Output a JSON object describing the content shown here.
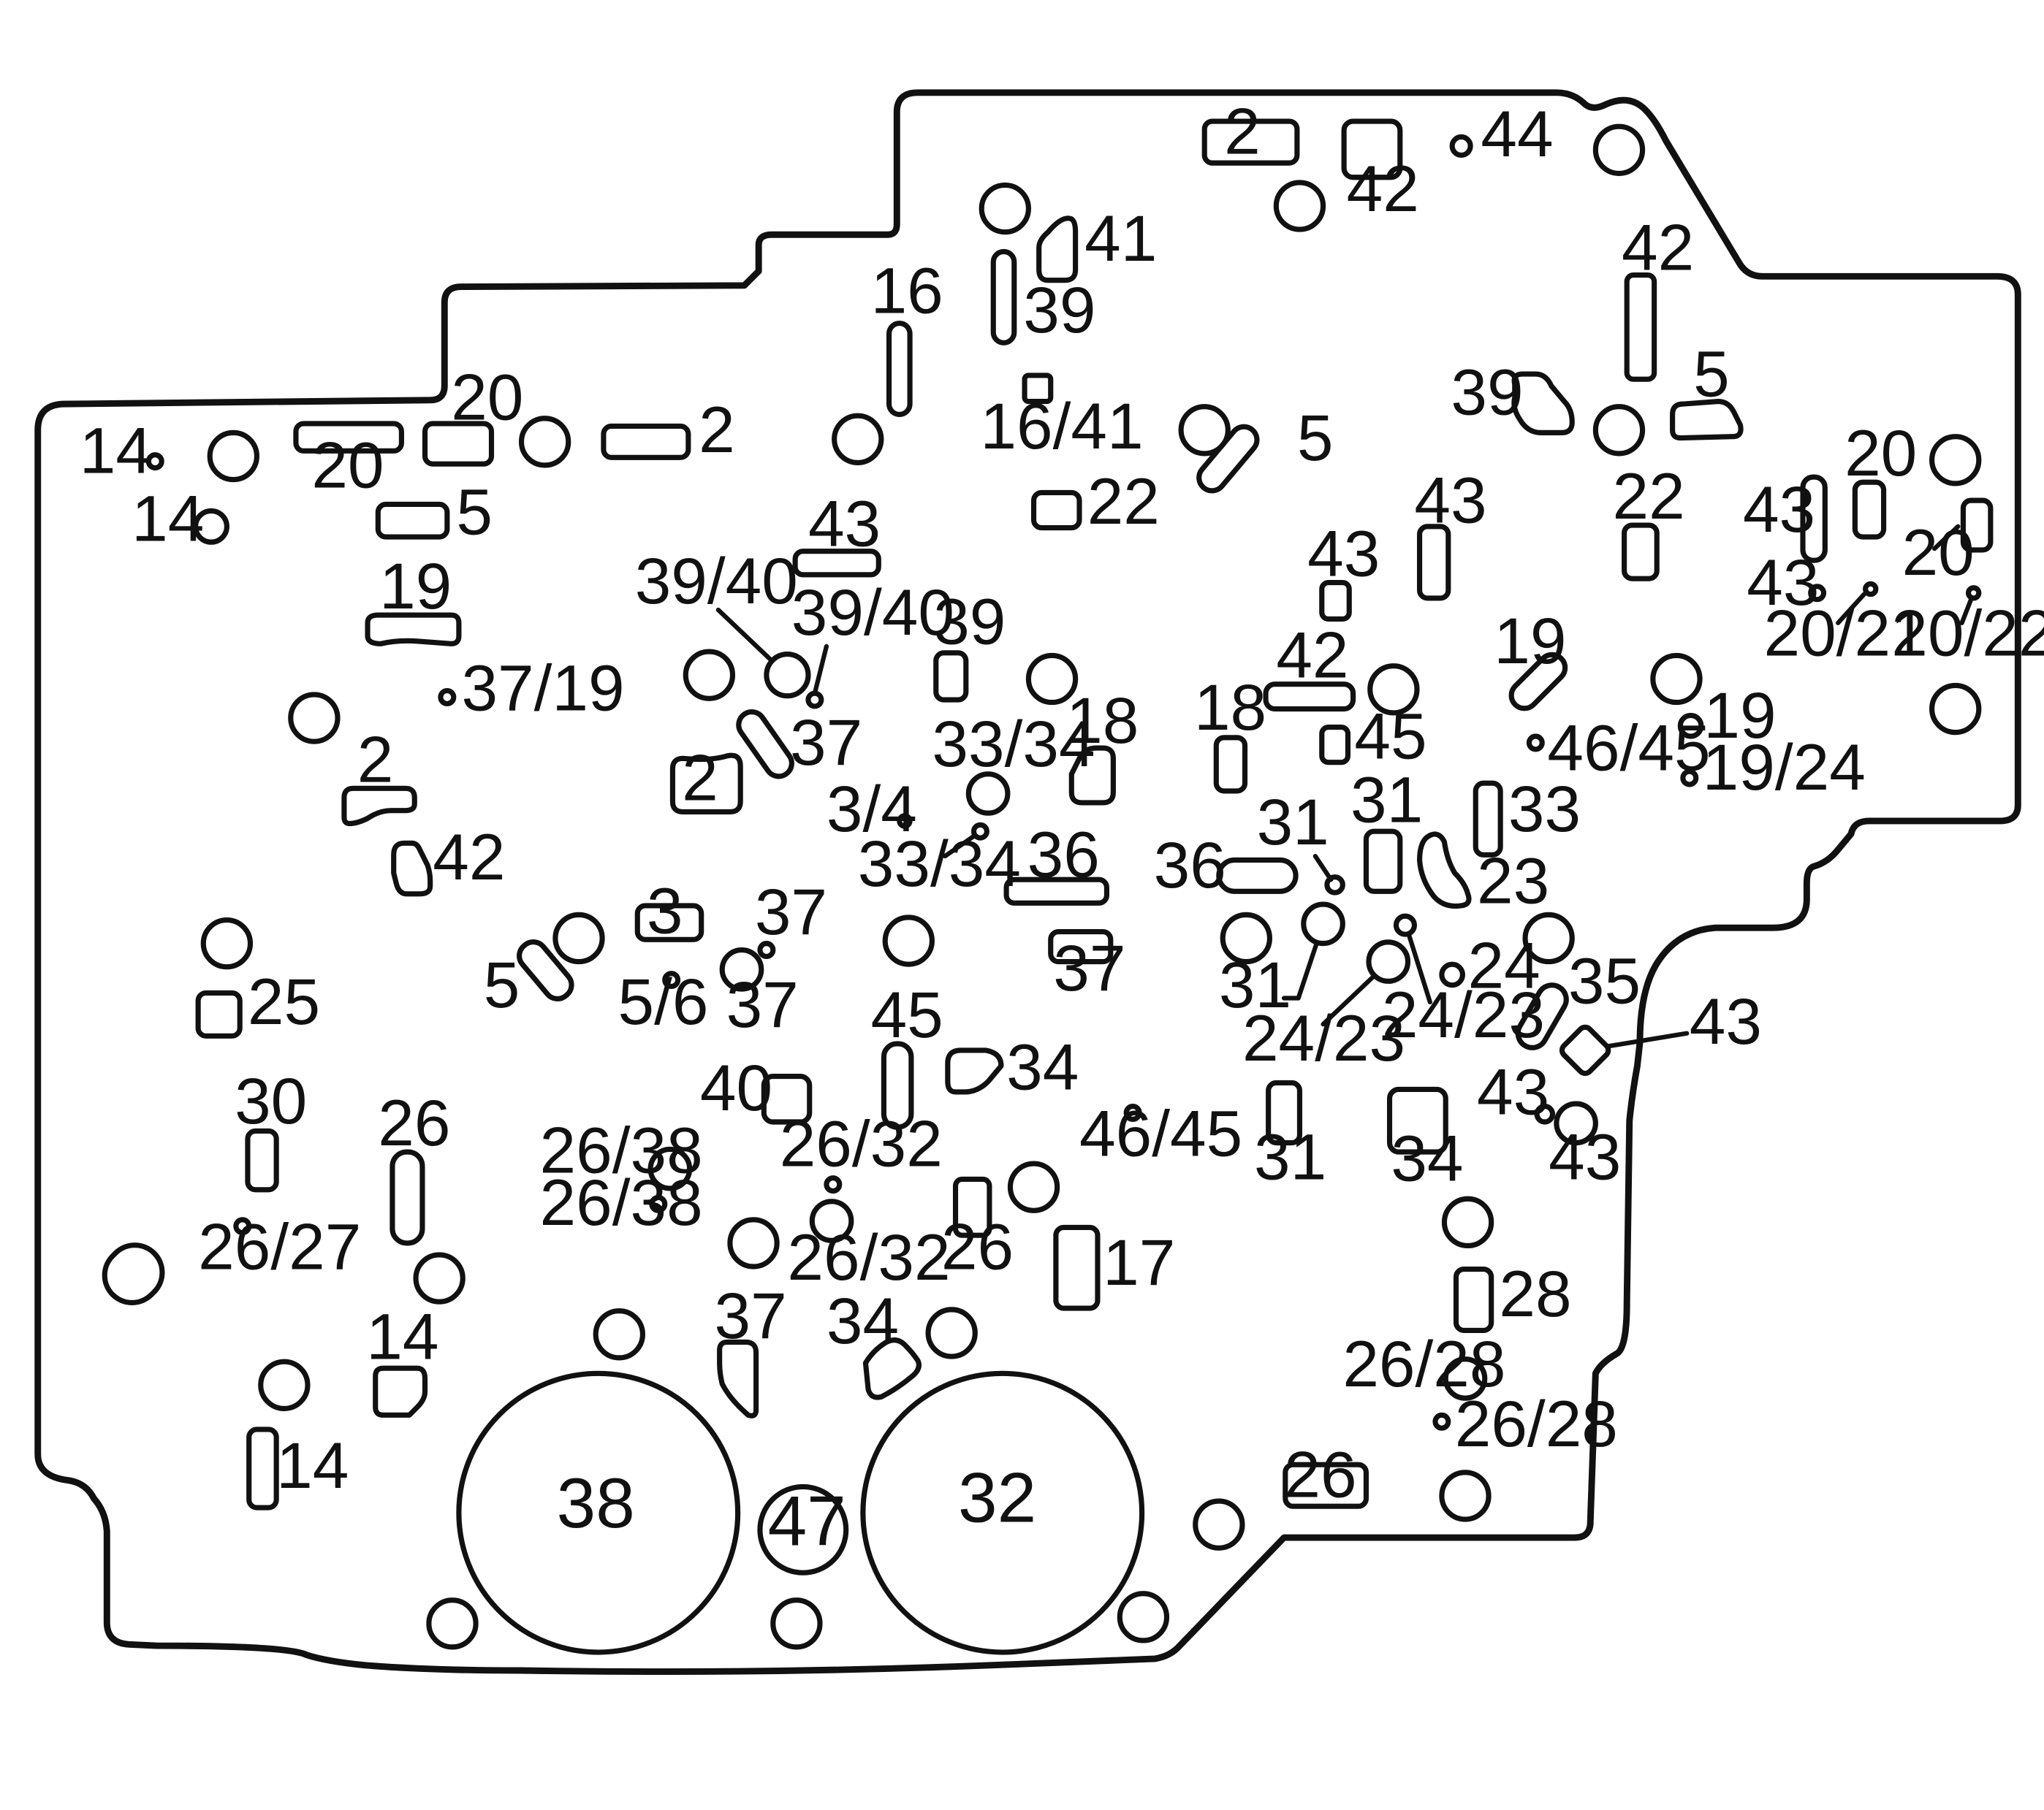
{
  "figure": {
    "labels": {
      "l_2_a": "2",
      "l_42_a": "42",
      "l_44": "44",
      "l_41": "41",
      "l_39_a": "39",
      "l_16": "16",
      "l_42_b": "42",
      "l_5_a": "5",
      "l_39_b": "39",
      "l_14_a": "14",
      "l_20_a": "20",
      "l_20_b": "20",
      "l_2_b": "2",
      "l_16_41": "16/41",
      "l_5_b": "5",
      "l_14_b": "14",
      "l_5_c": "5",
      "l_22_a": "22",
      "l_43_a": "43",
      "l_22_b": "22",
      "l_43_b": "43",
      "l_20_c": "20",
      "l_20_d": "20",
      "l_43_c": "43",
      "l_43_d": "43",
      "l_20_21": "20/21",
      "l_20_22": "20/22",
      "l_43_e": "43",
      "l_19_a": "19",
      "l_39_40_a": "39/40",
      "l_39_40_b": "39/40",
      "l_39_c": "39",
      "l_37_19": "37/19",
      "l_42_c": "42",
      "l_19_b": "19",
      "l_19_c": "19",
      "l_46_45_a": "46/45",
      "l_19_24": "19/24",
      "l_37_a": "37",
      "l_33_34_a": "33/34",
      "l_18_a": "18",
      "l_18_b": "18",
      "l_45_a": "45",
      "l_2_c": "2",
      "l_2_d": "2",
      "l_3_4": "3/4",
      "l_33_34_b": "33/34",
      "l_31_a": "31",
      "l_31_b": "31",
      "l_33": "33",
      "l_42_d": "42",
      "l_36_a": "36",
      "l_36_b": "36",
      "l_23": "23",
      "l_3": "3",
      "l_37_b": "37",
      "l_37_c": "37",
      "l_5_d": "5",
      "l_5_6": "5/6",
      "l_37_d": "37",
      "l_25": "25",
      "l_31_c": "31",
      "l_24": "24",
      "l_35": "35",
      "l_24_23_a": "24/23",
      "l_24_23_b": "24/23",
      "l_43_f": "43",
      "l_45_b": "45",
      "l_34_a": "34",
      "l_40": "40",
      "l_43_g": "43",
      "l_43_h": "43",
      "l_30": "30",
      "l_26_a": "26",
      "l_46_45_b": "46/45",
      "l_31_d": "31",
      "l_34_b": "34",
      "l_26_38_a": "26/38",
      "l_26_32_a": "26/32",
      "l_26_38_b": "26/38",
      "l_26_27": "26/27",
      "l_26_32_b": "26/32",
      "l_26_b": "26",
      "l_17": "17",
      "l_28": "28",
      "l_37_e": "37",
      "l_34_c": "34",
      "l_14_c": "14",
      "l_26_28_a": "26/28",
      "l_26_28_b": "26/28",
      "l_14_d": "14",
      "l_38": "38",
      "l_47": "47",
      "l_32": "32",
      "l_26_c": "26"
    }
  }
}
